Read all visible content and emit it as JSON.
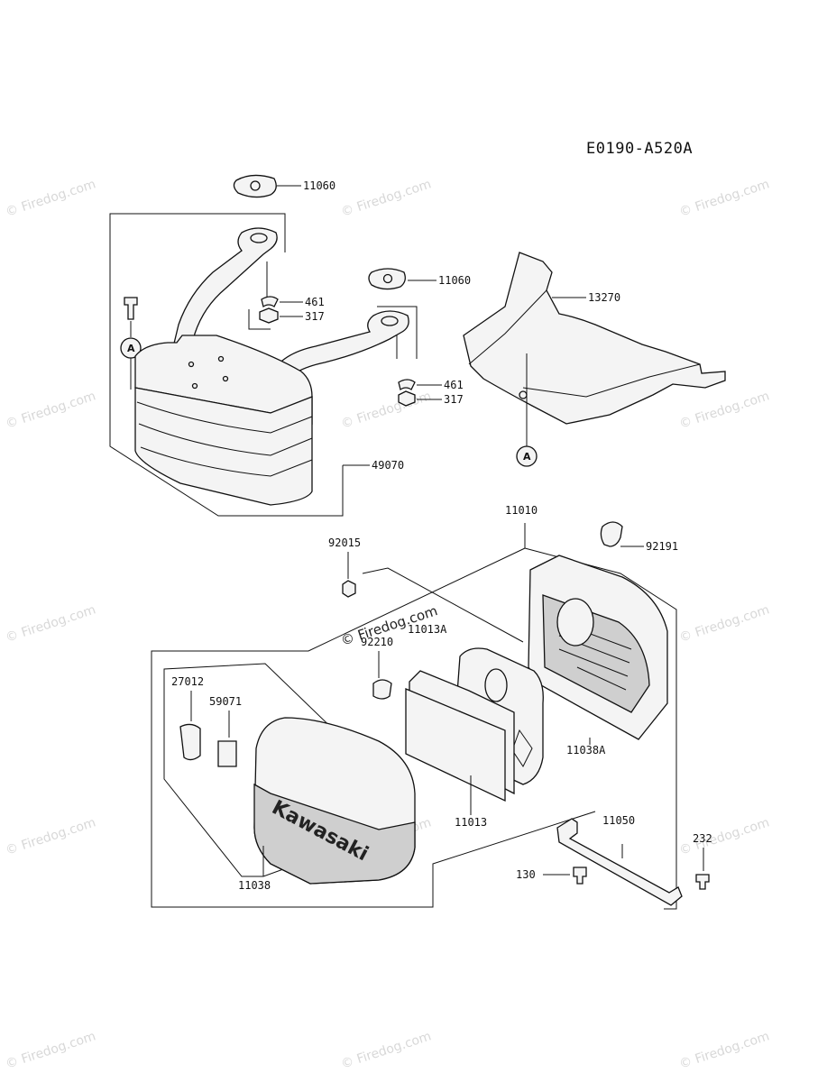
{
  "diagram_code": "E0190-A520A",
  "watermark_text": "© Firedog.com",
  "center_watermark_text": "© Firedog.com",
  "brand_text": "Kawasaki",
  "ref_marker": "A",
  "parts": {
    "gasket_top": "11060",
    "gasket_right": "11060",
    "clip_left": "461",
    "nut_left": "317",
    "clip_right": "461",
    "nut_right": "317",
    "muffler": "49070",
    "cover": "13270",
    "case": "11010",
    "nut": "92015",
    "tube": "92191",
    "clamp": "92210",
    "element_a": "11013A",
    "clip_27012": "27012",
    "clip_59071": "59071",
    "base": "11038A",
    "element": "11013",
    "air_cleaner_cover": "11038",
    "bracket": "11050",
    "bolt_232": "232",
    "bolt_130": "130"
  }
}
